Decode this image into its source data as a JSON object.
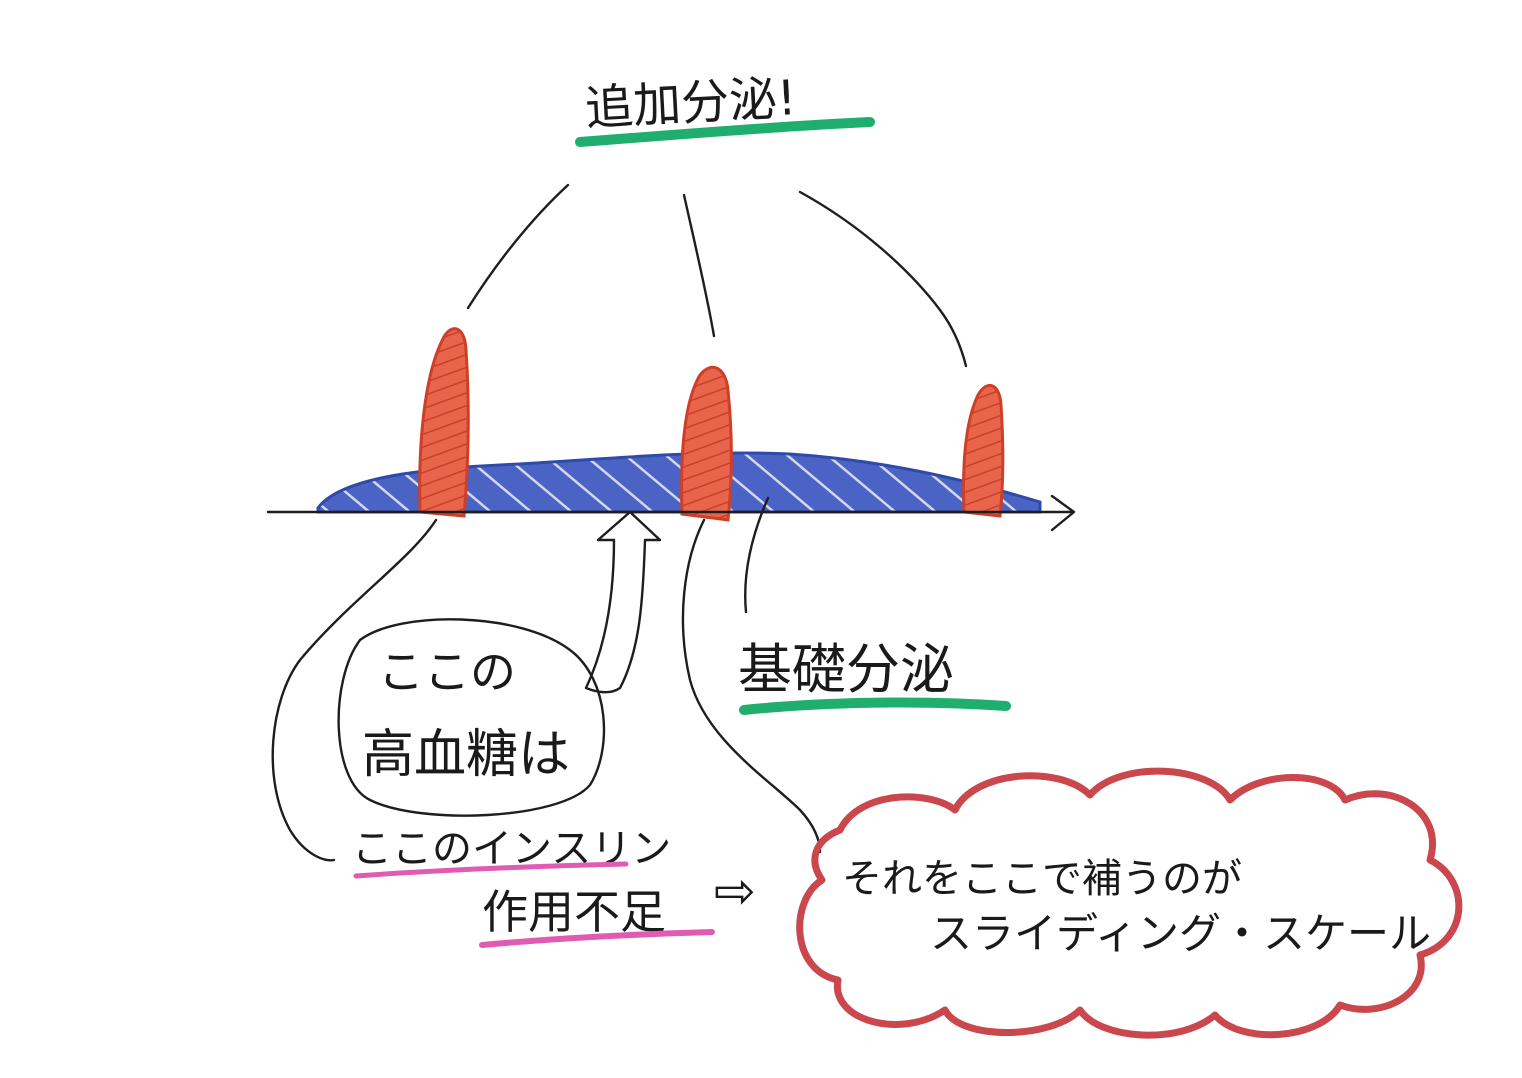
{
  "labels": {
    "bolus": "追加分泌!",
    "basal": "基礎分泌",
    "hyperglycemia_line1": "ここの",
    "hyperglycemia_line2": "高血糖は",
    "insulin_line1": "ここのインスリン",
    "insulin_line2": "作用不足",
    "cloud_line1": "それをここで補うのが",
    "cloud_line2": "スライディング・スケール",
    "insulin_arrow": "⇨"
  },
  "colors": {
    "ink": "#1e1e1e",
    "bolus_fill": "#e2573a",
    "basal_fill": "#3d56b0",
    "green_underline": "#1fae6e",
    "pink_underline": "#e05bb3",
    "cloud_outline": "#c9474d"
  }
}
